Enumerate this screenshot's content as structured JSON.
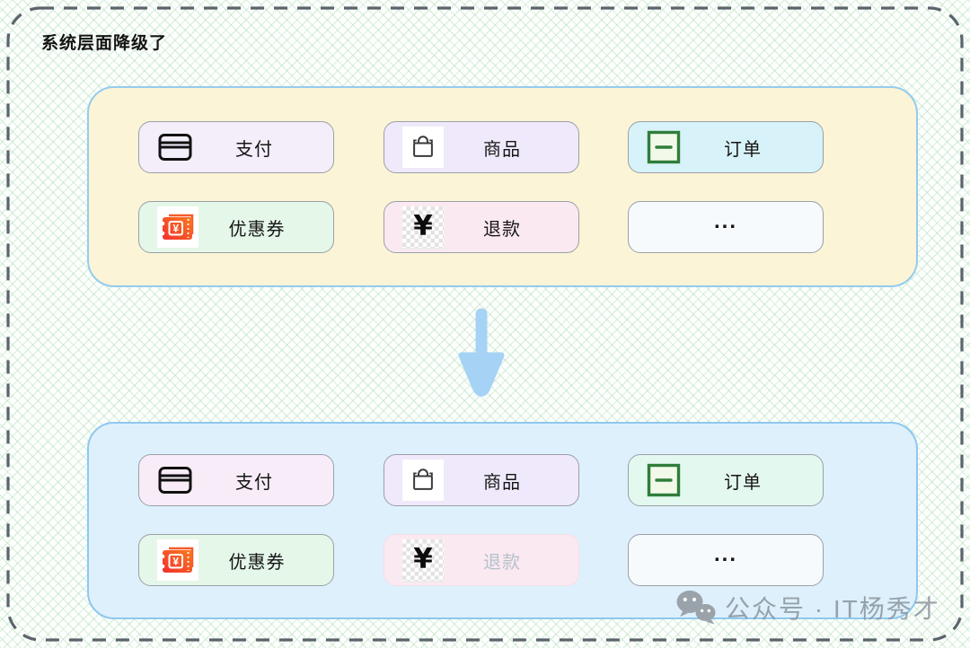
{
  "title": "系统层面降级了",
  "watermark": {
    "text": "公众号 · IT杨秀才"
  },
  "colors": {
    "canvas_hatch_line": "#a8d8b4",
    "outer_dashed_border": "#5b636b",
    "top_group_bg": "#fbf4d6",
    "top_group_border": "#95cbee",
    "bottom_group_bg": "#def0fb",
    "bottom_group_border": "#8ec8ef",
    "arrow": "#a6d3f5",
    "coupon_red": "#f23030",
    "coupon_orange": "#fb7a1e",
    "order_green": "#2f7d3b",
    "faded_label": "#b5c1cb"
  },
  "top_group": {
    "items": [
      {
        "label": "支付",
        "icon": "credit-card",
        "bg": "#f4edfa"
      },
      {
        "label": "商品",
        "icon": "shopping-bag",
        "bg": "#efe9fb"
      },
      {
        "label": "订单",
        "icon": "order-square",
        "bg": "#d8f2f9"
      },
      {
        "label": "优惠券",
        "icon": "coupon",
        "bg": "#e4f7e9"
      },
      {
        "label": "退款",
        "icon": "yuan",
        "bg": "#fbe9f1"
      },
      {
        "label": "...",
        "icon": "none",
        "bg": "#f7fafc"
      }
    ]
  },
  "bottom_group": {
    "items": [
      {
        "label": "支付",
        "icon": "credit-card",
        "bg": "#f7ecf7"
      },
      {
        "label": "商品",
        "icon": "shopping-bag",
        "bg": "#efe9fb"
      },
      {
        "label": "订单",
        "icon": "order-square",
        "bg": "#e3f8ef"
      },
      {
        "label": "优惠券",
        "icon": "coupon",
        "bg": "#e4f7e9"
      },
      {
        "label": "退款",
        "icon": "yuan",
        "bg": "#fbe9f1",
        "faded": true,
        "label_color": "#b5c1cb"
      },
      {
        "label": "...",
        "icon": "none",
        "bg": "#f7fafc"
      }
    ]
  }
}
